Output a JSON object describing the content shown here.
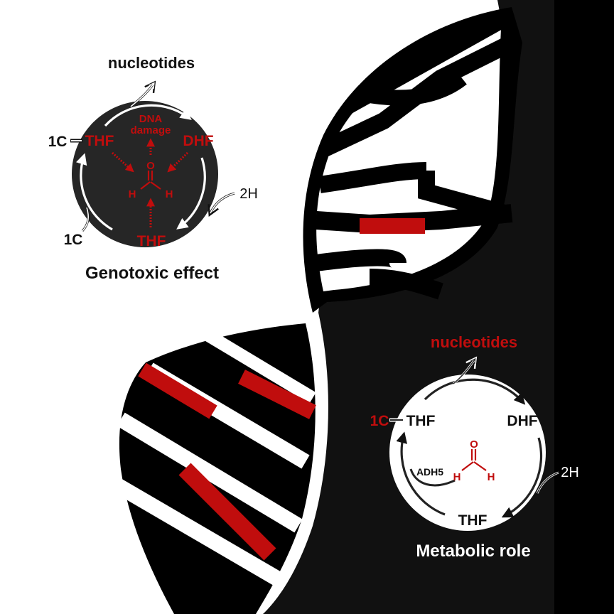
{
  "colors": {
    "red": "#c00d0d",
    "black": "#111111",
    "dark_circle": "#262626",
    "white": "#ffffff"
  },
  "genotoxic": {
    "title": "Genotoxic effect",
    "nucleotides": "nucleotides",
    "thf_left": "THF",
    "dhf": "DHF",
    "thf_bottom": "THF",
    "dna_damage_line1": "DNA",
    "dna_damage_line2": "damage",
    "one_c_top": "1C",
    "one_c_bottom": "1C",
    "two_h": "2H",
    "formaldehyde_o": "O",
    "formaldehyde_h_left": "H",
    "formaldehyde_h_right": "H"
  },
  "metabolic": {
    "title": "Metabolic role",
    "nucleotides": "nucleotides",
    "one_c": "1C",
    "thf_left": "THF",
    "dhf": "DHF",
    "thf_bottom": "THF",
    "adh5": "ADH5",
    "two_h": "2H",
    "formaldehyde_o": "O",
    "formaldehyde_h_left": "H",
    "formaldehyde_h_right": "H"
  }
}
